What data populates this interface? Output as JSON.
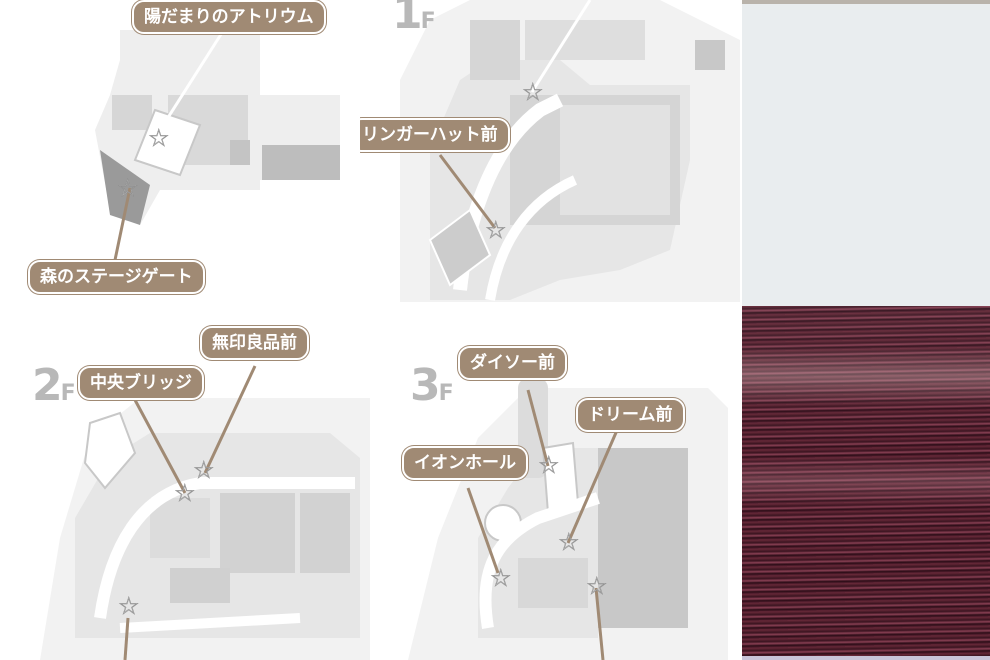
{
  "floors": [
    {
      "id": "1f-left",
      "callouts": [
        {
          "text": "陽だまりのアトリウム"
        },
        {
          "text": "森のステージゲート"
        }
      ]
    },
    {
      "id": "1f",
      "label_number": "1",
      "label_suffix": "F",
      "callouts": [
        {
          "text": "リンガーハット前"
        }
      ]
    },
    {
      "id": "2f",
      "label_number": "2",
      "label_suffix": "F",
      "callouts": [
        {
          "text": "中央ブリッジ"
        },
        {
          "text": "無印良品前"
        }
      ]
    },
    {
      "id": "3f",
      "label_number": "3",
      "label_suffix": "F",
      "callouts": [
        {
          "text": "ダイソー前"
        },
        {
          "text": "ドリーム前"
        },
        {
          "text": "イオンホール"
        }
      ]
    }
  ],
  "colors": {
    "callout_bg": "#a08a74",
    "map_building": "#cfcfcf",
    "map_floor": "#eeeeee",
    "map_path": "#ffffff",
    "star": "#ffffff"
  },
  "icons": [
    "star-marker-icon"
  ]
}
